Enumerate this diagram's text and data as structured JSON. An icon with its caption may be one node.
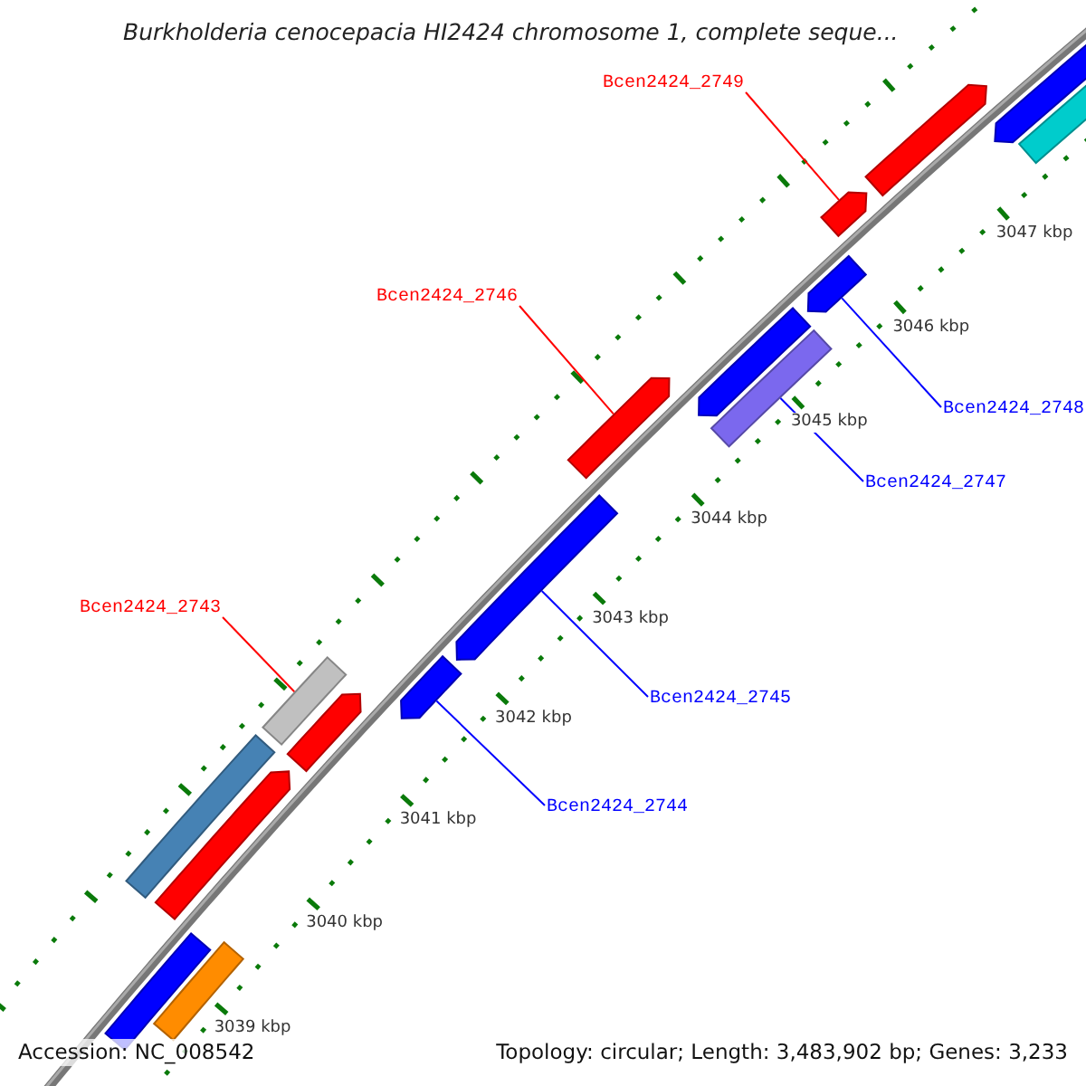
{
  "diagram": {
    "title": "Burkholderia cenocepacia HI2424 chromosome 1, complete seque...",
    "nodes": [
      {
        "text": [
          "Bcen2424_2749"
        ]
      },
      {
        "text": [
          "Bcen2424_2746"
        ]
      },
      {
        "text": [
          "Bcen2424_2748"
        ]
      },
      {
        "text": [
          "Bcen2424_2747"
        ]
      },
      {
        "text": [
          "Bcen2424_2743"
        ]
      },
      {
        "text": [
          "Bcen2424_2745"
        ]
      },
      {
        "text": [
          "Bcen2424_2744"
        ]
      },
      {
        "text": [],
        "shape": "bar"
      },
      {
        "text": [],
        "shape": "bar"
      },
      {
        "text": [],
        "shape": "bar"
      },
      {
        "text": [],
        "shape": "bar"
      },
      {
        "text": [],
        "shape": "bar"
      },
      {
        "text": [],
        "shape": "bar"
      },
      {
        "text": [],
        "shape": "bar"
      },
      {
        "text": [],
        "shape": "bar"
      },
      {
        "text": [],
        "shape": "bar"
      },
      {
        "text": [],
        "shape": "bar"
      },
      {
        "text": [],
        "shape": "bar"
      },
      {
        "text": [],
        "shape": "bar"
      },
      {
        "text": [],
        "shape": "bar"
      },
      {
        "text": [],
        "shape": "bar"
      },
      {
        "text": [],
        "shape": "bar"
      },
      {
        "text": [],
        "shape": "bar"
      }
    ],
    "edges": [
      {
        "from": 0,
        "to": 19,
        "arrow": "none",
        "color": "#ff0000"
      },
      {
        "from": 1,
        "to": 15,
        "arrow": "none",
        "color": "#ff0000"
      },
      {
        "from": 2,
        "to": 18,
        "arrow": "none",
        "color": "#0000ff"
      },
      {
        "from": 3,
        "to": 17,
        "arrow": "none",
        "color": "#0000ff"
      },
      {
        "from": 4,
        "to": 12,
        "arrow": "none",
        "color": "#ff0000"
      },
      {
        "from": 5,
        "to": 14,
        "arrow": "none",
        "color": "#0000ff"
      },
      {
        "from": 6,
        "to": 13,
        "arrow": "none",
        "color": "#0000ff"
      }
    ],
    "labels": [
      "3047 kbp",
      "3046 kbp",
      "3045 kbp",
      "3044 kbp",
      "3043 kbp",
      "3042 kbp",
      "3041 kbp",
      "3040 kbp",
      "3039 kbp",
      "Accession: NC_008542",
      "Topology: circular; Length: 3,483,902 bp; Genes: 3,233"
    ]
  }
}
